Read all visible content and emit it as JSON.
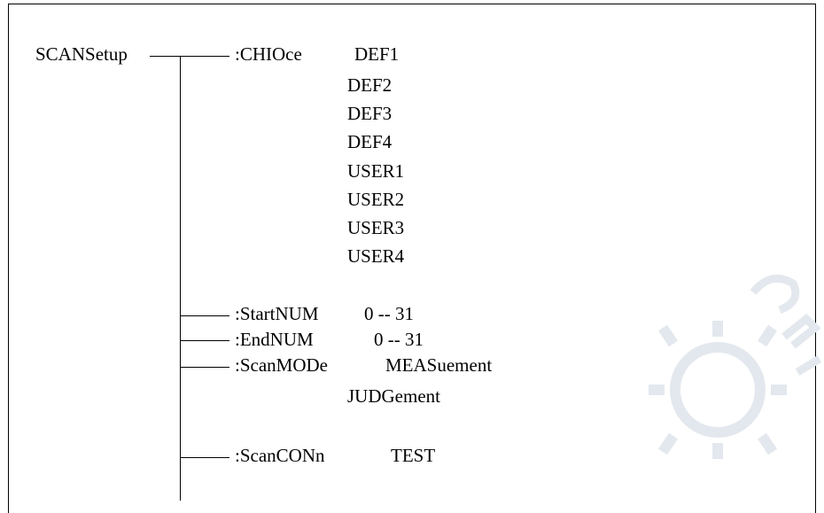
{
  "root": "SCANSetup",
  "commands": [
    {
      "name": ":CHIOce",
      "values": [
        "DEF1",
        "DEF2",
        "DEF3",
        "DEF4",
        "USER1",
        "USER2",
        "USER3",
        "USER4"
      ]
    },
    {
      "name": ":StartNUM",
      "values": [
        "0 -- 31"
      ]
    },
    {
      "name": ":EndNUM",
      "values": [
        "0 -- 31"
      ]
    },
    {
      "name": ":ScanMODe",
      "values": [
        "MEASuement",
        "JUDGement"
      ]
    },
    {
      "name": ":ScanCONn",
      "values": [
        "TEST"
      ]
    }
  ],
  "colors": {
    "line": "#000000",
    "watermark": "#e3e8ee"
  },
  "watermark_icon": "gear-watermark-icon"
}
